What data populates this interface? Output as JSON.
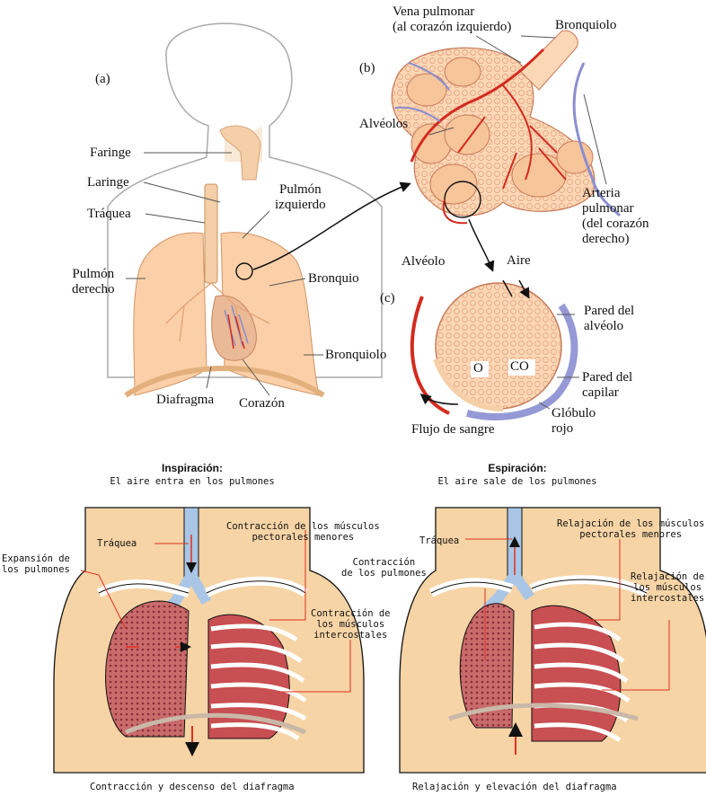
{
  "top": {
    "panel_a": {
      "marker": "(a)",
      "faringe": "Faringe",
      "laringe": "Laringe",
      "traquea": "Tráquea",
      "pulmon_izq_1": "Pulmón",
      "pulmon_izq_2": "izquierdo",
      "pulmon_der_1": "Pulmón",
      "pulmon_der_2": "derecho",
      "bronquio": "Bronquio",
      "bronquiolo": "Bronquiolo",
      "diafragma": "Diafragma",
      "corazon": "Corazón"
    },
    "panel_b": {
      "marker": "(b)",
      "vena_1": "Vena pulmonar",
      "vena_2": "(al corazón izquierdo)",
      "bronquiolo": "Bronquiolo",
      "alveolos": "Alvéolos",
      "arteria_1": "Arteria",
      "arteria_2": "pulmonar",
      "arteria_3": "(del corazón",
      "arteria_4": "derecho)"
    },
    "panel_c": {
      "marker": "(c)",
      "alveolo": "Alvéolo",
      "aire": "Aire",
      "pared_alveolo_1": "Pared del",
      "pared_alveolo_2": "alvéolo",
      "o": "O",
      "co": "CO",
      "pared_capilar_1": "Pared del",
      "pared_capilar_2": "capilar",
      "globulo_1": "Glóbulo",
      "globulo_2": "rojo",
      "flujo": "Flujo de sangre"
    }
  },
  "inspiracion": {
    "title": "Inspiración:",
    "subtitle": "El aire entra en los pulmones",
    "traquea": "Tráquea",
    "expansion_1": "Expansión de",
    "expansion_2": "los pulmones",
    "pectorales_1": "Contracción de los músculos",
    "pectorales_2": "pectorales menores",
    "intercostales_1": "Contracción de",
    "intercostales_2": "los músculos",
    "intercostales_3": "intercostales",
    "diafragma": "Contracción y descenso del diafragma"
  },
  "espiracion": {
    "title": "Espiración:",
    "subtitle": "El aire sale de los pulmones",
    "traquea": "Tráquea",
    "contraccion_1": "Contracción",
    "contraccion_2": "de los pulmones",
    "pectorales_1": "Relajación de los músculos",
    "pectorales_2": "pectorales menores",
    "intercostales_1": "Relajación de",
    "intercostales_2": "los músculos",
    "intercostales_3": "intercostales",
    "diafragma": "Relajación y elevación del diafragma"
  },
  "colors": {
    "skin": "#f6d4a6",
    "lung": "#fbd0a8",
    "vessel_red": "#d42a1e",
    "vessel_blue": "#8a8ed0",
    "muscle": "#c84f52",
    "leader_red": "#e03020"
  }
}
